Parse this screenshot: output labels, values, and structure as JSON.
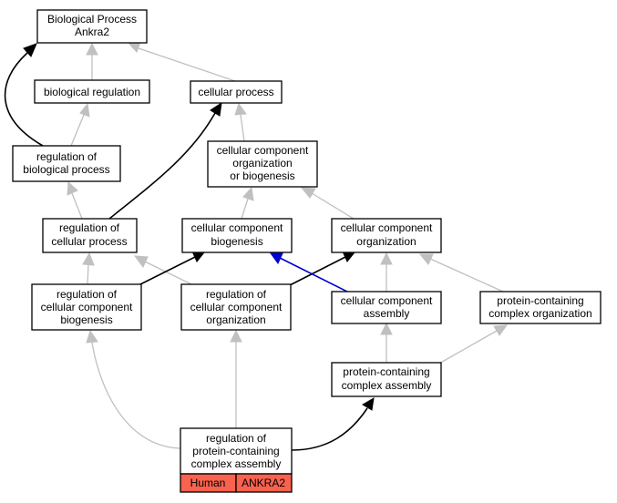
{
  "nodes": {
    "bp_root": [
      "Biological Process",
      "Ankra2"
    ],
    "bio_reg": [
      "biological regulation"
    ],
    "cell_proc": [
      "cellular process"
    ],
    "reg_bio_proc": [
      "regulation of",
      "biological process"
    ],
    "ccob": [
      "cellular component",
      "organization",
      "or biogenesis"
    ],
    "reg_cell_proc": [
      "regulation of",
      "cellular process"
    ],
    "cc_bio": [
      "cellular component",
      "biogenesis"
    ],
    "cc_org": [
      "cellular component",
      "organization"
    ],
    "reg_cc_bio": [
      "regulation of",
      "cellular component",
      "biogenesis"
    ],
    "reg_cc_org": [
      "regulation of",
      "cellular component",
      "organization"
    ],
    "cc_assembly": [
      "cellular component",
      "assembly"
    ],
    "pc_org": [
      "protein-containing",
      "complex organization"
    ],
    "pc_assembly": [
      "protein-containing",
      "complex assembly"
    ],
    "reg_pc_assembly": [
      "regulation of",
      "protein-containing",
      "complex assembly"
    ]
  },
  "annotation": {
    "species": "Human",
    "gene": "ANKRA2",
    "color": "#f8624e"
  },
  "edge_colors": {
    "is_a": "#c0c0c0",
    "regulates": "#000000",
    "part_of": "#0000d0"
  }
}
